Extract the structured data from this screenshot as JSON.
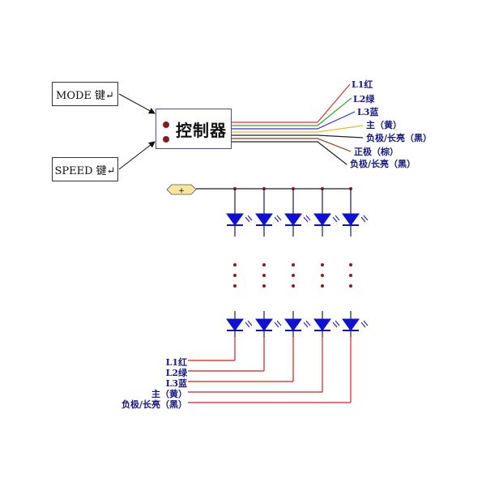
{
  "keys": {
    "mode": "MODE 键↵",
    "speed": "SPEED 键↵"
  },
  "controller": {
    "label": "控制器"
  },
  "controller_outputs": [
    {
      "label": "L1红",
      "color": "#e03030"
    },
    {
      "label": "L2绿",
      "color": "#20b020"
    },
    {
      "label": "L3蓝",
      "color": "#3030e0"
    },
    {
      "label": "主（黄）",
      "color": "#e0c020"
    },
    {
      "label": "负极/长亮（黑）",
      "color": "#222222"
    },
    {
      "label": "正极（棕）",
      "color": "#8b3a1a"
    },
    {
      "label": "负极/长亮（黑）",
      "color": "#222222"
    }
  ],
  "power_tag": "+",
  "bottom_wires": [
    {
      "label": "L1红"
    },
    {
      "label": "L2绿"
    },
    {
      "label": "L3蓝"
    },
    {
      "label": "主（黄）"
    },
    {
      "label": "负极/长亮（黑）"
    }
  ],
  "colors": {
    "led": "#1010d0",
    "bus": "#1a1a40",
    "wire": "#d02020",
    "dot": "#8b1a1a",
    "power_tag_fill": "#f5e6a0"
  }
}
